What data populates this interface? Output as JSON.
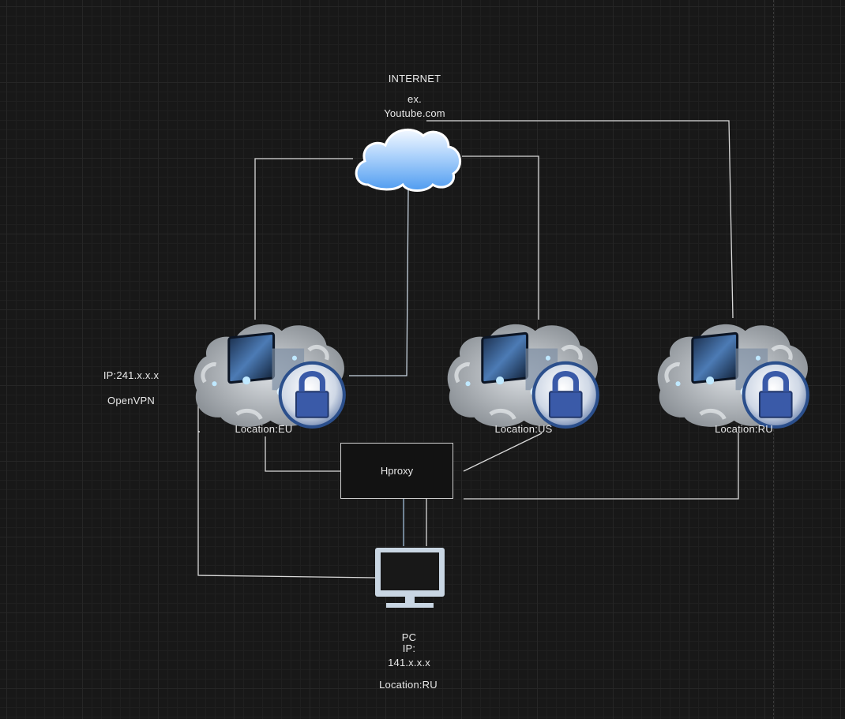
{
  "internet": {
    "title": "INTERNET",
    "example_line1": "ex.",
    "example_line2": "Youtube.com",
    "icon": "cloud-icon"
  },
  "vpn_servers": [
    {
      "id": "eu",
      "location": "Location:EU",
      "ip": "IP:241.x.x.x",
      "protocol": "OpenVPN",
      "icon": "secure-cloud-server-icon"
    },
    {
      "id": "us",
      "location": "Location:US",
      "icon": "secure-cloud-server-icon"
    },
    {
      "id": "ru",
      "location": "Location:RU",
      "icon": "secure-cloud-server-icon"
    }
  ],
  "proxy": {
    "label": "Hproxy"
  },
  "pc": {
    "title": "PC",
    "ip_label": "IP:",
    "ip_value": "141.x.x.x",
    "location": "Location:RU",
    "icon": "monitor-icon"
  },
  "colors": {
    "background": "#181818",
    "grid": "#262626",
    "connector": "#d9d9d9",
    "connector_blue": "#9fbbd6",
    "cloud_blue": "#6fb1f5",
    "lock_blue": "#3a5aa8",
    "monitor": "#c9d6e3"
  }
}
